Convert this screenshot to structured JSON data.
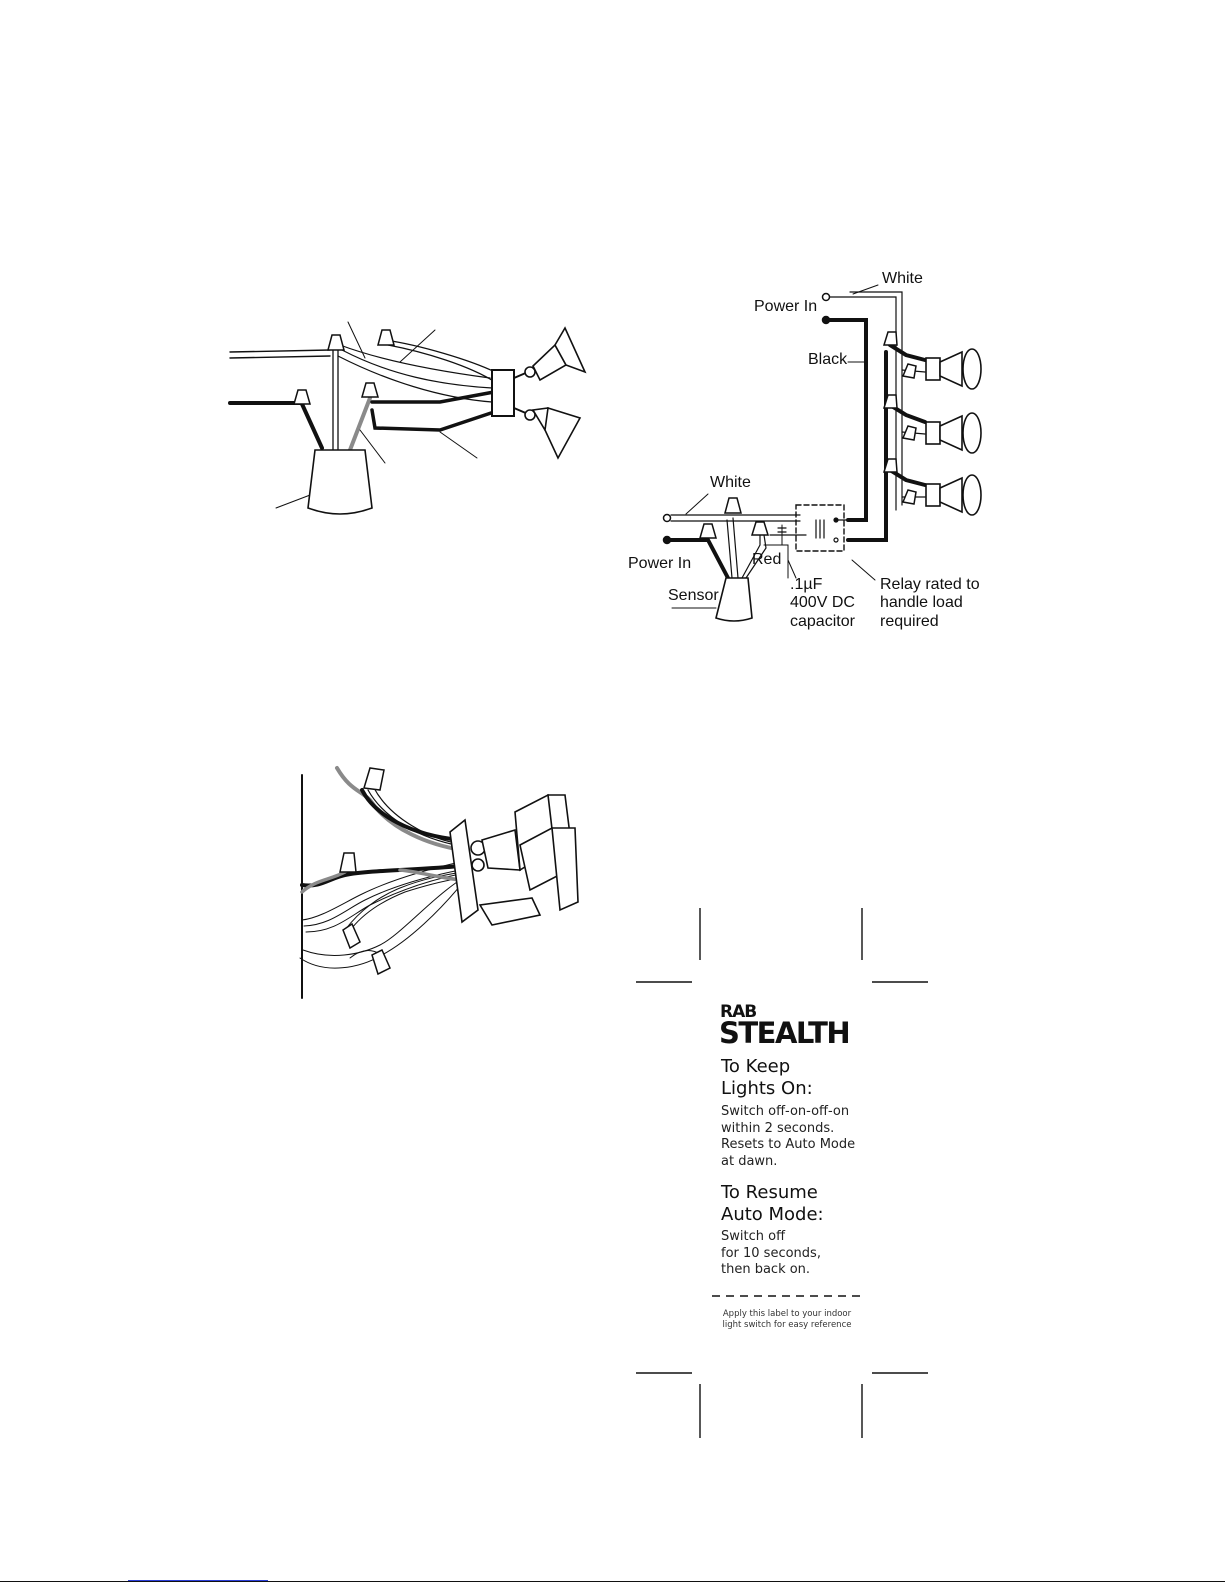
{
  "diagram_top_right": {
    "labels": {
      "white_top": "White",
      "power_in_top": "Power In",
      "black": "Black",
      "white_left": "White",
      "power_in_left": "Power In",
      "red": "Red",
      "sensor": "Sensor",
      "capacitor": ".1µF\n400V DC\ncapacitor",
      "relay": "Relay rated to\nhandle load\nrequired"
    }
  },
  "switch_label": {
    "brand_small": "RAB",
    "brand_large": "STEALTH",
    "section1_title": "To Keep\nLights On:",
    "section1_body": "Switch off-on-off-on\nwithin 2 seconds.\nResets to Auto Mode\nat dawn.",
    "section2_title": "To Resume\nAuto Mode:",
    "section2_body": "Switch off\nfor 10 seconds,\nthen back on.",
    "footnote": "Apply this label to your indoor\nlight switch for easy reference"
  },
  "colors": {
    "ink": "#111111",
    "gray_wire": "#8a8a8a",
    "link_blue": "#2b3fd8"
  }
}
